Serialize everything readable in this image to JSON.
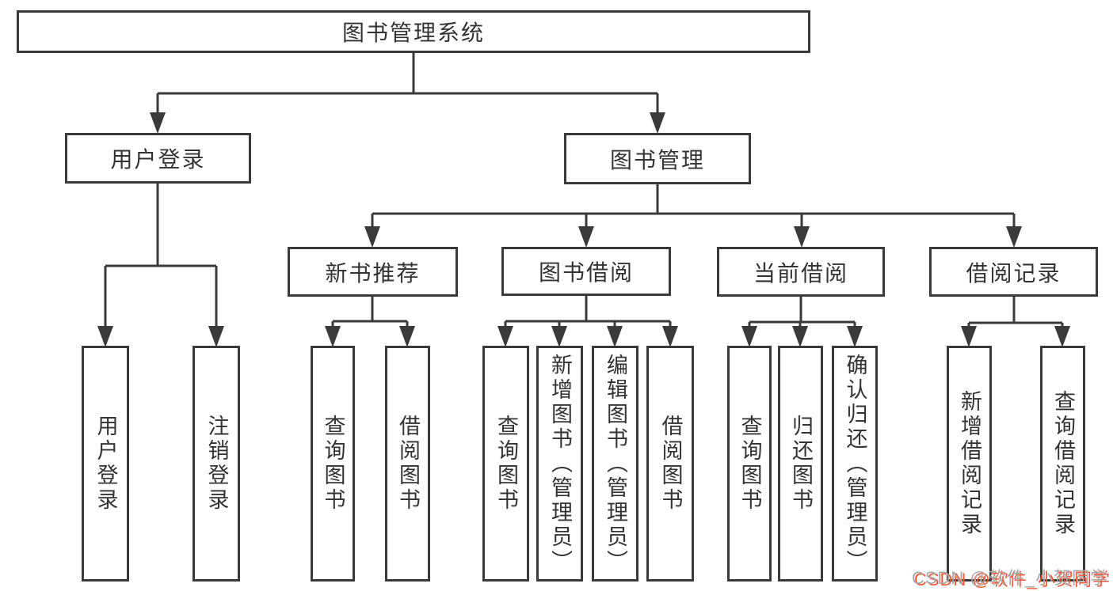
{
  "tree": {
    "label": "图书管理系统",
    "children": [
      {
        "label": "用户登录",
        "children": [
          {
            "label": "用户登录"
          },
          {
            "label": "注销登录"
          }
        ]
      },
      {
        "label": "图书管理",
        "children": [
          {
            "label": "新书推荐",
            "children": [
              {
                "label": "查询图书"
              },
              {
                "label": "借阅图书"
              }
            ]
          },
          {
            "label": "图书借阅",
            "children": [
              {
                "label": "查询图书"
              },
              {
                "label": "新增图书（管理员）"
              },
              {
                "label": "编辑图书（管理员）"
              },
              {
                "label": "借阅图书"
              }
            ]
          },
          {
            "label": "当前借阅",
            "children": [
              {
                "label": "查询图书"
              },
              {
                "label": "归还图书"
              },
              {
                "label": "确认归还（管理员）"
              }
            ]
          },
          {
            "label": "借阅记录",
            "children": [
              {
                "label": "新增借阅记录"
              },
              {
                "label": "查询借阅记录"
              }
            ]
          }
        ]
      }
    ]
  },
  "watermark": {
    "text": "CSDN @软件_小贺同学"
  },
  "colors": {
    "background": "#ffffff",
    "line": "#3a3a3a",
    "box_border": "#3a3a3a",
    "text": "#333333",
    "watermark_gray": "#a8a8a8",
    "watermark_red": "#fc5531"
  }
}
